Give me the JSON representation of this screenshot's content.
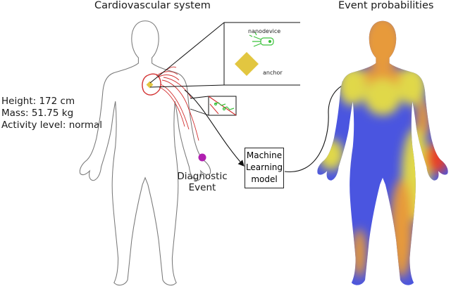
{
  "left_panel": {
    "title": "Cardiovascular system",
    "stats": [
      "Height: 172 cm",
      "Mass: 51.75 kg",
      "Activity level: normal"
    ],
    "diagnostic_event": [
      "Diagnostic",
      "Event"
    ],
    "inset": {
      "nanodevice_label": "nanodevice",
      "anchor_label": "anchor"
    }
  },
  "model_box": {
    "lines": [
      "Machine",
      "Learning",
      "model"
    ]
  },
  "right_panel": {
    "title": "Event probabilities"
  },
  "colors": {
    "outline": "#7a7a7a",
    "vessel": "#d23030",
    "anchor": "#e2c640",
    "nanodevice": "#3cc23c",
    "event_dot": "#b01fb0",
    "prob_low": "#4a55e0",
    "prob_mid": "#e0d84a",
    "prob_high": "#e79a3a",
    "prob_top": "#e5412c"
  }
}
